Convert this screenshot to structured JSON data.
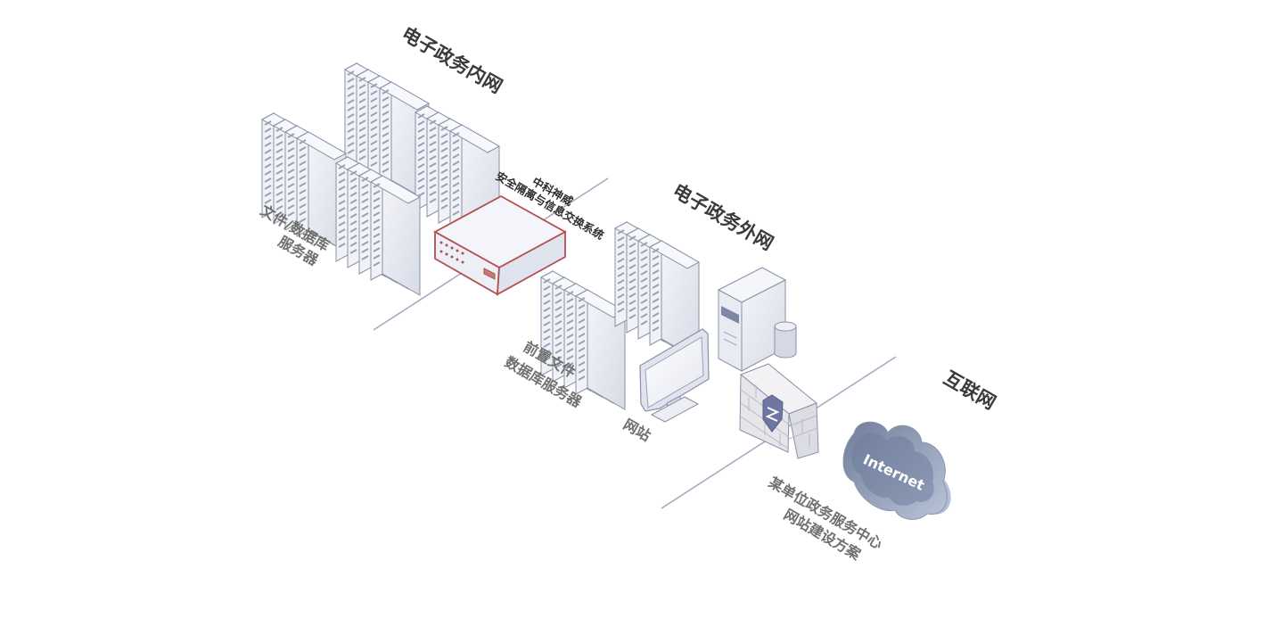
{
  "zones": {
    "intranet": "电子政务内网",
    "extranet": "电子政务外网",
    "internet": "互联网"
  },
  "labels": {
    "file_db_server": [
      "文件/数据库",
      "服务器"
    ],
    "gap_device": [
      "中科神威",
      "安全隔离与信息交换系统"
    ],
    "front_server": [
      "前置文件",
      "数据库服务器"
    ],
    "website": "网站",
    "solution": [
      "某单位政务服务中心",
      "网站建设方案"
    ]
  },
  "cloud": {
    "text": "Internet"
  },
  "colors": {
    "server_face": "#e8ebf2",
    "server_edge": "#8a90a6",
    "gap_border": "#b3504f",
    "cloud": "#8e9bb6",
    "line": "#a8a6c2",
    "firewall": "#e6e6ea"
  },
  "icons": [
    "server-rack-icon",
    "security-gateway-icon",
    "monitor-icon",
    "tower-server-icon",
    "database-icon",
    "firewall-icon",
    "shield-icon",
    "cloud-icon"
  ]
}
